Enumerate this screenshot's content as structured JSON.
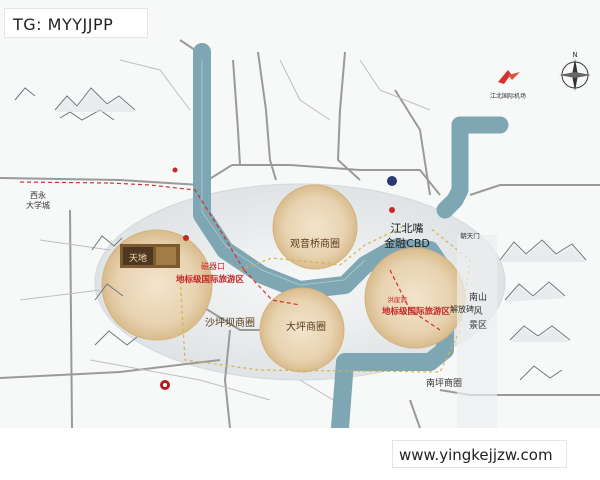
{
  "watermark_tag": "TG: MYYJJPP",
  "website": "www.yingkejjzw.com",
  "districts": {
    "guanyinqiao": "观音桥商圈",
    "jiangbeizui": "江北嘴",
    "jinrong_cbd": "金融CBD",
    "shapingba": "沙坪坝商圈",
    "daping": "大坪商圈",
    "nanping": "南坪商圈",
    "jiefangbei": "解放碑",
    "tourism_label_1": "地标级国际旅游区",
    "tourism_label_2": "地标级国际旅游区",
    "ciqikou": "磁器口",
    "nanshan_line1": "南山",
    "nanshan_line2": "风",
    "nanshan_line3": "景区",
    "xiyong_line1": "西永",
    "xiyong_line2": "大学城",
    "chaotianmen": "朝天门",
    "hongyadong": "洪崖洞",
    "airport": "江北国际机场",
    "development_brand": "天地"
  },
  "colors": {
    "river": "#7fa6b3",
    "road": "#8a8a8a",
    "district_fill": "#e7d2b0",
    "highlight_zone": "#eceeef",
    "red_accent": "#c62828"
  },
  "icons": [
    "compass-icon",
    "airplane-icon",
    "mountain-icon",
    "location-pin-icon",
    "train-station-icon"
  ]
}
